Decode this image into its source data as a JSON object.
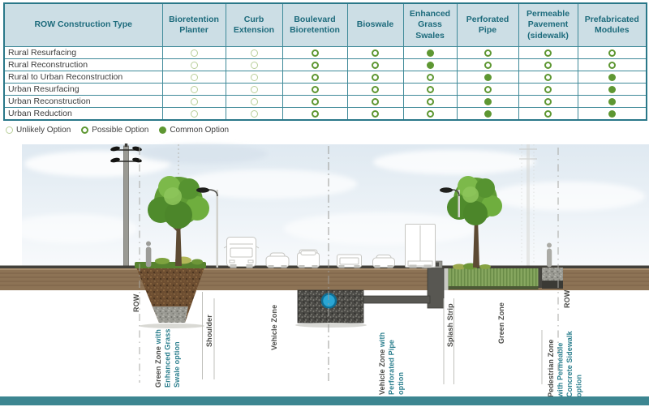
{
  "table": {
    "header": [
      "ROW Construction Type",
      "Bioretention Planter",
      "Curb Extension",
      "Boulevard Bioretention",
      "Bioswale",
      "Enhanced Grass Swales",
      "Perforated Pipe",
      "Permeable Pavement (sidewalk)",
      "Prefabricated Modules"
    ],
    "rows": [
      {
        "label": "Rural Resurfacing",
        "values": [
          "unlikely",
          "unlikely",
          "possible",
          "possible",
          "common",
          "possible",
          "possible",
          "possible"
        ]
      },
      {
        "label": "Rural Reconstruction",
        "values": [
          "unlikely",
          "unlikely",
          "possible",
          "possible",
          "common",
          "possible",
          "possible",
          "possible"
        ]
      },
      {
        "label": "Rural to Urban Reconstruction",
        "values": [
          "unlikely",
          "unlikely",
          "possible",
          "possible",
          "possible",
          "common",
          "possible",
          "common"
        ]
      },
      {
        "label": "Urban Resurfacing",
        "values": [
          "unlikely",
          "unlikely",
          "possible",
          "possible",
          "possible",
          "possible",
          "possible",
          "common"
        ]
      },
      {
        "label": "Urban Reconstruction",
        "values": [
          "unlikely",
          "unlikely",
          "possible",
          "possible",
          "possible",
          "common",
          "possible",
          "common"
        ]
      },
      {
        "label": "Urban Reduction",
        "values": [
          "unlikely",
          "unlikely",
          "possible",
          "possible",
          "possible",
          "common",
          "possible",
          "common"
        ]
      }
    ]
  },
  "legend": {
    "items": [
      {
        "type": "unlikely",
        "label": "Unlikely Option"
      },
      {
        "type": "possible",
        "label": "Possible Option"
      },
      {
        "type": "common",
        "label": "Common Option"
      }
    ]
  },
  "diagram": {
    "labels": {
      "row_left": "ROW",
      "green_zone_swale": {
        "line1_dark": "Green Zone ",
        "line1_teal": "with",
        "line2": "Enhanced Grass",
        "line3": "Swale option"
      },
      "shoulder": "Shoulder",
      "vehicle_zone": "Vehicle Zone",
      "vehicle_zone_pipe": {
        "line1_dark": "Vehicle Zone ",
        "line1_teal": "with",
        "line2": "Perforated Pipe",
        "line3": "option"
      },
      "splash_strip": "Splash Strip",
      "green_zone": "Green Zone",
      "pedestrian_zone": {
        "line1_dark": "Pedestrian Zone",
        "line2": "with Permeable",
        "line3": "Concrete Sidewalk",
        "line4": "option"
      },
      "row_right": "ROW"
    }
  },
  "colors": {
    "table_border": "#2a7889",
    "header_bg": "#ccdee5",
    "header_text": "#1d6b7c",
    "marker_green": "#5e9732",
    "marker_light_green": "#b9cf9a",
    "label_teal": "#2c7f8e",
    "label_dark": "#4b4b48",
    "bottom_bar": "#3d8691"
  }
}
